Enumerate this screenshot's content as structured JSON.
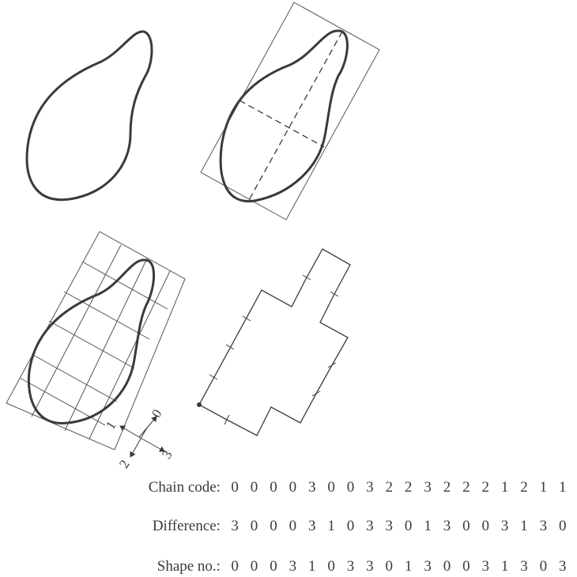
{
  "axis_labels": [
    "0",
    "1",
    "2",
    "3"
  ],
  "rows": [
    {
      "label": "Chain code:",
      "digits": [
        "0",
        "0",
        "0",
        "0",
        "3",
        "0",
        "0",
        "3",
        "2",
        "2",
        "3",
        "2",
        "2",
        "2",
        "1",
        "2",
        "1",
        "1"
      ]
    },
    {
      "label": "Difference:",
      "digits": [
        "3",
        "0",
        "0",
        "0",
        "3",
        "1",
        "0",
        "3",
        "3",
        "0",
        "1",
        "3",
        "0",
        "0",
        "3",
        "1",
        "3",
        "0"
      ]
    },
    {
      "label": "Shape no.:",
      "digits": [
        "0",
        "0",
        "0",
        "3",
        "1",
        "0",
        "3",
        "3",
        "0",
        "1",
        "3",
        "0",
        "0",
        "3",
        "1",
        "3",
        "0",
        "3"
      ]
    }
  ],
  "colors": {
    "stroke": "#3d3a37",
    "thin": "#555555"
  }
}
